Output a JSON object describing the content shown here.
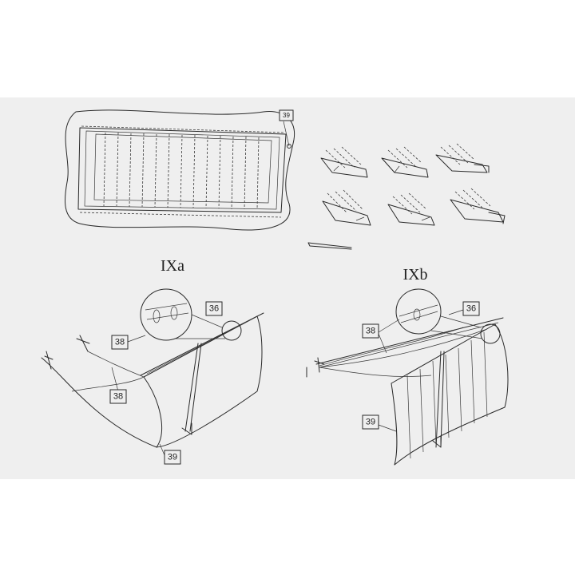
{
  "figures": {
    "top_left_callout": "39",
    "ixa": {
      "title": "IXa",
      "callouts": [
        "36",
        "38",
        "38",
        "39"
      ]
    },
    "ixb": {
      "title": "IXb",
      "callouts": [
        "36",
        "38",
        "39"
      ]
    }
  }
}
